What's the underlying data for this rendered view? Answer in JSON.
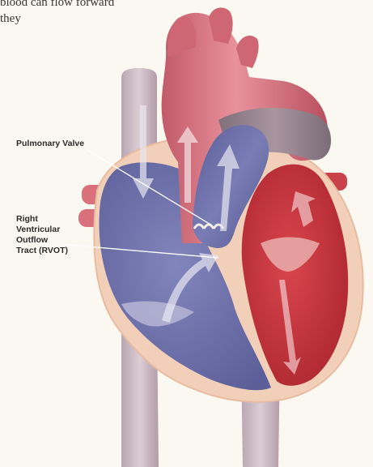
{
  "intro": {
    "line1": "blood can flow forward",
    "line2": "they"
  },
  "labels": {
    "pulmonary_valve": "Pulmonary Valve",
    "rvot_line1": "Right",
    "rvot_line2": "Ventricular",
    "rvot_line3": "Outflow",
    "rvot_line4": "Tract (RVOT)"
  },
  "colors": {
    "background": "#fbf8f1",
    "right_heart_blue": "#6a6ea6",
    "left_heart_red": "#c7353d",
    "aorta_pink": "#d9707c",
    "vena_cava": "#c9b7c0"
  }
}
